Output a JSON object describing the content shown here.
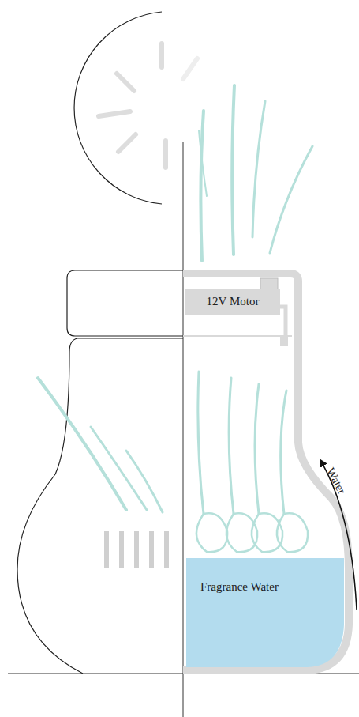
{
  "diagram": {
    "nodes": [
      {
        "text": [
          "12V Motor"
        ]
      },
      {
        "text": [
          "Fragrance Water"
        ]
      }
    ],
    "labels": [
      "Water"
    ]
  }
}
